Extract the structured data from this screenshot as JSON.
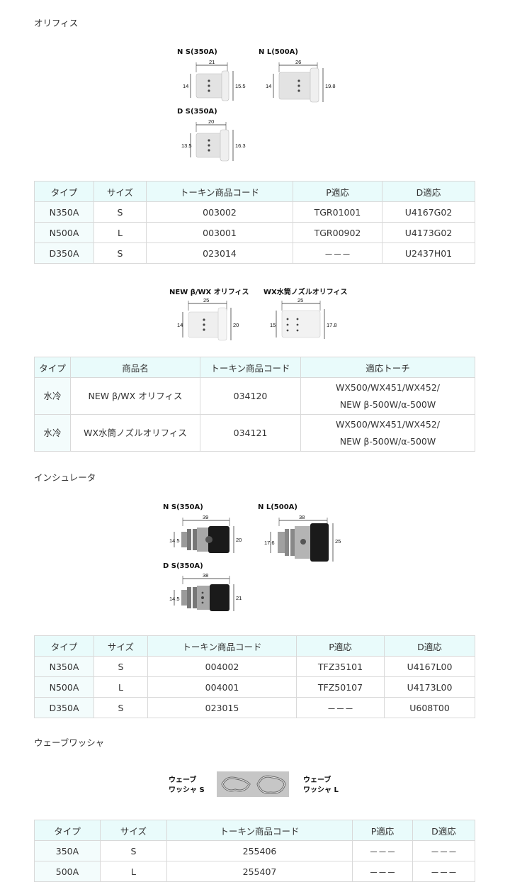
{
  "sections": {
    "orifice": "オリフィス",
    "insulator": "インシュレータ",
    "washer": "ウェーブワッシャ"
  },
  "figures": {
    "orifice_ns": {
      "label": "N S(350A)",
      "dims": [
        "21",
        "14",
        "15.5"
      ]
    },
    "orifice_nl": {
      "label": "N L(500A)",
      "dims": [
        "26",
        "14",
        "19.8"
      ]
    },
    "orifice_ds": {
      "label": "D S(350A)",
      "dims": [
        "20",
        "13.5",
        "16.3"
      ]
    },
    "wx_new": {
      "label": "NEW β/WX オリフィス",
      "dims": [
        "25",
        "14",
        "20"
      ]
    },
    "wx_nozzle": {
      "label": "WX水筒ノズルオリフィス",
      "dims": [
        "25",
        "15",
        "17.8"
      ]
    },
    "ins_ns": {
      "label": "N S(350A)",
      "dims": [
        "39",
        "14.5",
        "20"
      ]
    },
    "ins_nl": {
      "label": "N L(500A)",
      "dims": [
        "38",
        "17.6",
        "25"
      ]
    },
    "ins_ds": {
      "label": "D S(350A)",
      "dims": [
        "38",
        "14.5",
        "21"
      ]
    },
    "washer": {
      "left": [
        "ウェーブ",
        "ワッシャ S"
      ],
      "right": [
        "ウェーブ",
        "ワッシャ L"
      ]
    }
  },
  "table1": {
    "headers": [
      "タイプ",
      "サイズ",
      "トーキン商品コード",
      "P適応",
      "D適応"
    ],
    "rows": [
      [
        "N350A",
        "S",
        "003002",
        "TGR01001",
        "U4167G02"
      ],
      [
        "N500A",
        "L",
        "003001",
        "TGR00902",
        "U4173G02"
      ],
      [
        "D350A",
        "S",
        "023014",
        "－－－",
        "U2437H01"
      ]
    ]
  },
  "table2": {
    "headers": [
      "タイプ",
      "商品名",
      "トーキン商品コード",
      "適応トーチ"
    ],
    "rows": [
      [
        "水冷",
        "NEW β/WX オリフィス",
        "034120",
        "WX500/WX451/WX452/",
        "NEW β-500W/α-500W"
      ],
      [
        "水冷",
        "WX水筒ノズルオリフィス",
        "034121",
        "WX500/WX451/WX452/",
        "NEW β-500W/α-500W"
      ]
    ]
  },
  "table3": {
    "headers": [
      "タイプ",
      "サイズ",
      "トーキン商品コード",
      "P適応",
      "D適応"
    ],
    "rows": [
      [
        "N350A",
        "S",
        "004002",
        "TFZ35101",
        "U4167L00"
      ],
      [
        "N500A",
        "L",
        "004001",
        "TFZ50107",
        "U4173L00"
      ],
      [
        "D350A",
        "S",
        "023015",
        "－－－",
        "U608T00"
      ]
    ]
  },
  "table4": {
    "headers": [
      "タイプ",
      "サイズ",
      "トーキン商品コード",
      "P適応",
      "D適応"
    ],
    "rows": [
      [
        "350A",
        "S",
        "255406",
        "－－－",
        "－－－"
      ],
      [
        "500A",
        "L",
        "255407",
        "－－－",
        "－－－"
      ]
    ]
  }
}
